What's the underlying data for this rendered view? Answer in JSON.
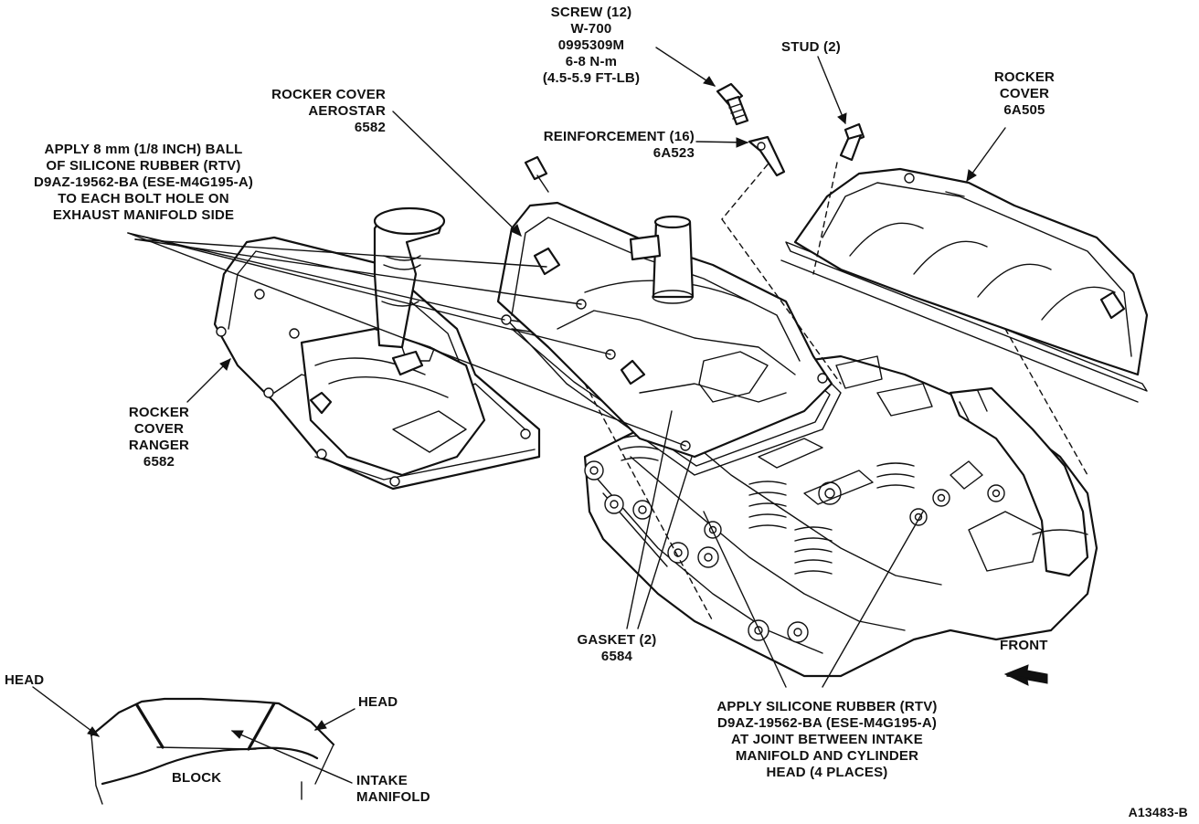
{
  "labels": {
    "screw": [
      "SCREW (12)",
      "W-700",
      "0995309M",
      "6-8 N-m",
      "(4.5-5.9 FT-LB)"
    ],
    "stud": [
      "STUD (2)"
    ],
    "rocker_cover_right": [
      "ROCKER",
      "COVER",
      "6A505"
    ],
    "rocker_cover_aerostar": [
      "ROCKER COVER",
      "AEROSTAR",
      "6582"
    ],
    "reinforcement": [
      "REINFORCEMENT (16)",
      "6A523"
    ],
    "apply_rtv_top": [
      "APPLY 8 mm (1/8 INCH) BALL",
      "OF SILICONE RUBBER (RTV)",
      "D9AZ-19562-BA (ESE-M4G195-A)",
      "TO EACH BOLT HOLE ON",
      "EXHAUST MANIFOLD SIDE"
    ],
    "rocker_cover_ranger": [
      "ROCKER",
      "COVER",
      "RANGER",
      "6582"
    ],
    "gasket": [
      "GASKET (2)",
      "6584"
    ],
    "front": "FRONT",
    "apply_rtv_bottom": [
      "APPLY SILICONE RUBBER (RTV)",
      "D9AZ-19562-BA (ESE-M4G195-A)",
      "AT JOINT BETWEEN INTAKE",
      "MANIFOLD AND CYLINDER",
      "HEAD (4 PLACES)"
    ],
    "inset_head_left": "HEAD",
    "inset_head_right": "HEAD",
    "inset_block": "BLOCK",
    "inset_intake": [
      "INTAKE",
      "MANIFOLD"
    ],
    "figure_id": "A13483-B"
  }
}
